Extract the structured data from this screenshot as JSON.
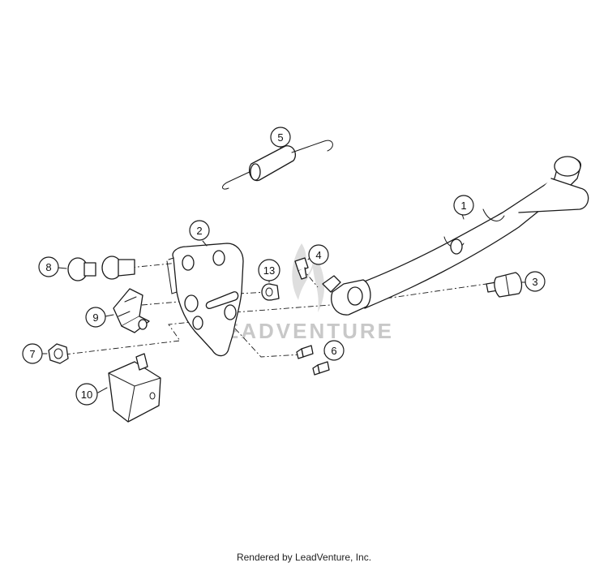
{
  "diagram": {
    "callouts": [
      "1",
      "2",
      "3",
      "4",
      "5",
      "6",
      "7",
      "8",
      "9",
      "10",
      "13"
    ],
    "watermark": "LEADVENTURE",
    "footer": "Rendered by LeadVenture, Inc."
  },
  "colors": {
    "line": "#1a1a1a",
    "watermark": "#c8c8c8",
    "background": "#ffffff"
  }
}
